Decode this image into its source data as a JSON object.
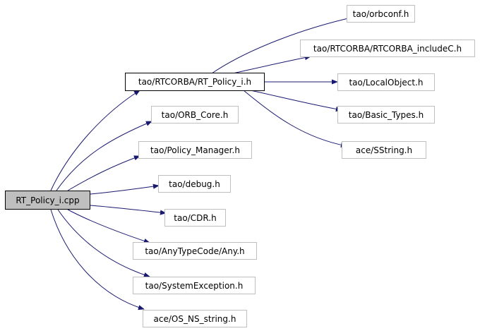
{
  "nodes": {
    "root": "RT_Policy_i.cpp",
    "rt_policy_h": "tao/RTCORBA/RT_Policy_i.h",
    "orbconf": "tao/orbconf.h",
    "rtcorba_include": "tao/RTCORBA/RTCORBA_includeC.h",
    "local_object": "tao/LocalObject.h",
    "basic_types": "tao/Basic_Types.h",
    "sstring": "ace/SString.h",
    "orb_core": "tao/ORB_Core.h",
    "policy_manager": "tao/Policy_Manager.h",
    "debug": "tao/debug.h",
    "cdr": "tao/CDR.h",
    "any": "tao/AnyTypeCode/Any.h",
    "system_exception": "tao/SystemException.h",
    "os_ns_string": "ace/OS_NS_string.h"
  },
  "colors": {
    "edge": "#191970",
    "root_fill": "#bfbfbf",
    "node_border": "#bfbfbf",
    "highlight_border": "#000000"
  }
}
